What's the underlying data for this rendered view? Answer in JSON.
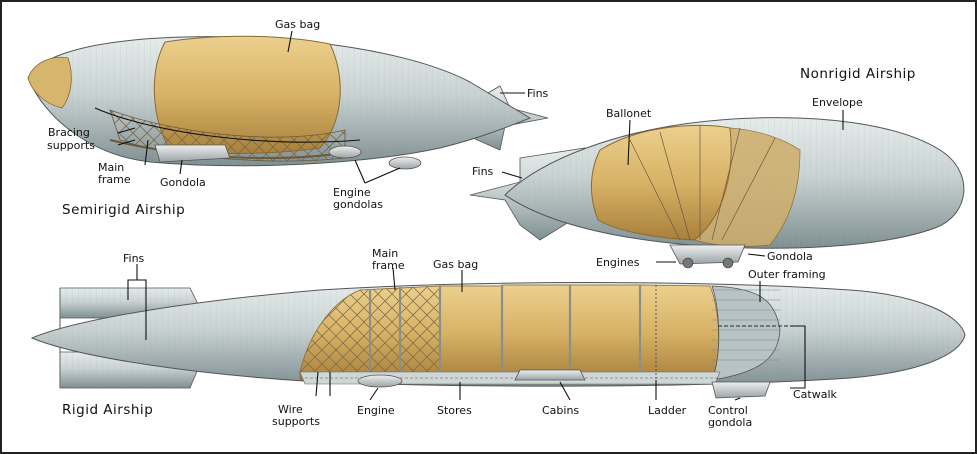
{
  "semirigid": {
    "title": "Semirigid Airship",
    "labels": {
      "gas_bag": "Gas bag",
      "fins": "Fins",
      "bracing": "Bracing",
      "supports": "supports",
      "main": "Main",
      "frame": "frame",
      "gondola": "Gondola",
      "engine": "Engine",
      "gondolas": "gondolas"
    }
  },
  "nonrigid": {
    "title": "Nonrigid Airship",
    "labels": {
      "ballonet": "Ballonet",
      "envelope": "Envelope",
      "fins": "Fins",
      "engines": "Engines",
      "gondola": "Gondola"
    }
  },
  "rigid": {
    "title": "Rigid Airship",
    "labels": {
      "fins": "Fins",
      "main": "Main",
      "frame": "frame",
      "gas_bag": "Gas bag",
      "outer_framing": "Outer framing",
      "wire": "Wire",
      "supports": "supports",
      "engine": "Engine",
      "stores": "Stores",
      "cabins": "Cabins",
      "ladder": "Ladder",
      "catwalk": "Catwalk",
      "control": "Control",
      "gondola": "gondola"
    }
  },
  "colors": {
    "hull": "#c9d2d2",
    "hull_shade": "#8e9d9f",
    "gas": "#d8b266",
    "gas_shade": "#b98b3c",
    "frame": "#8a7a55"
  }
}
